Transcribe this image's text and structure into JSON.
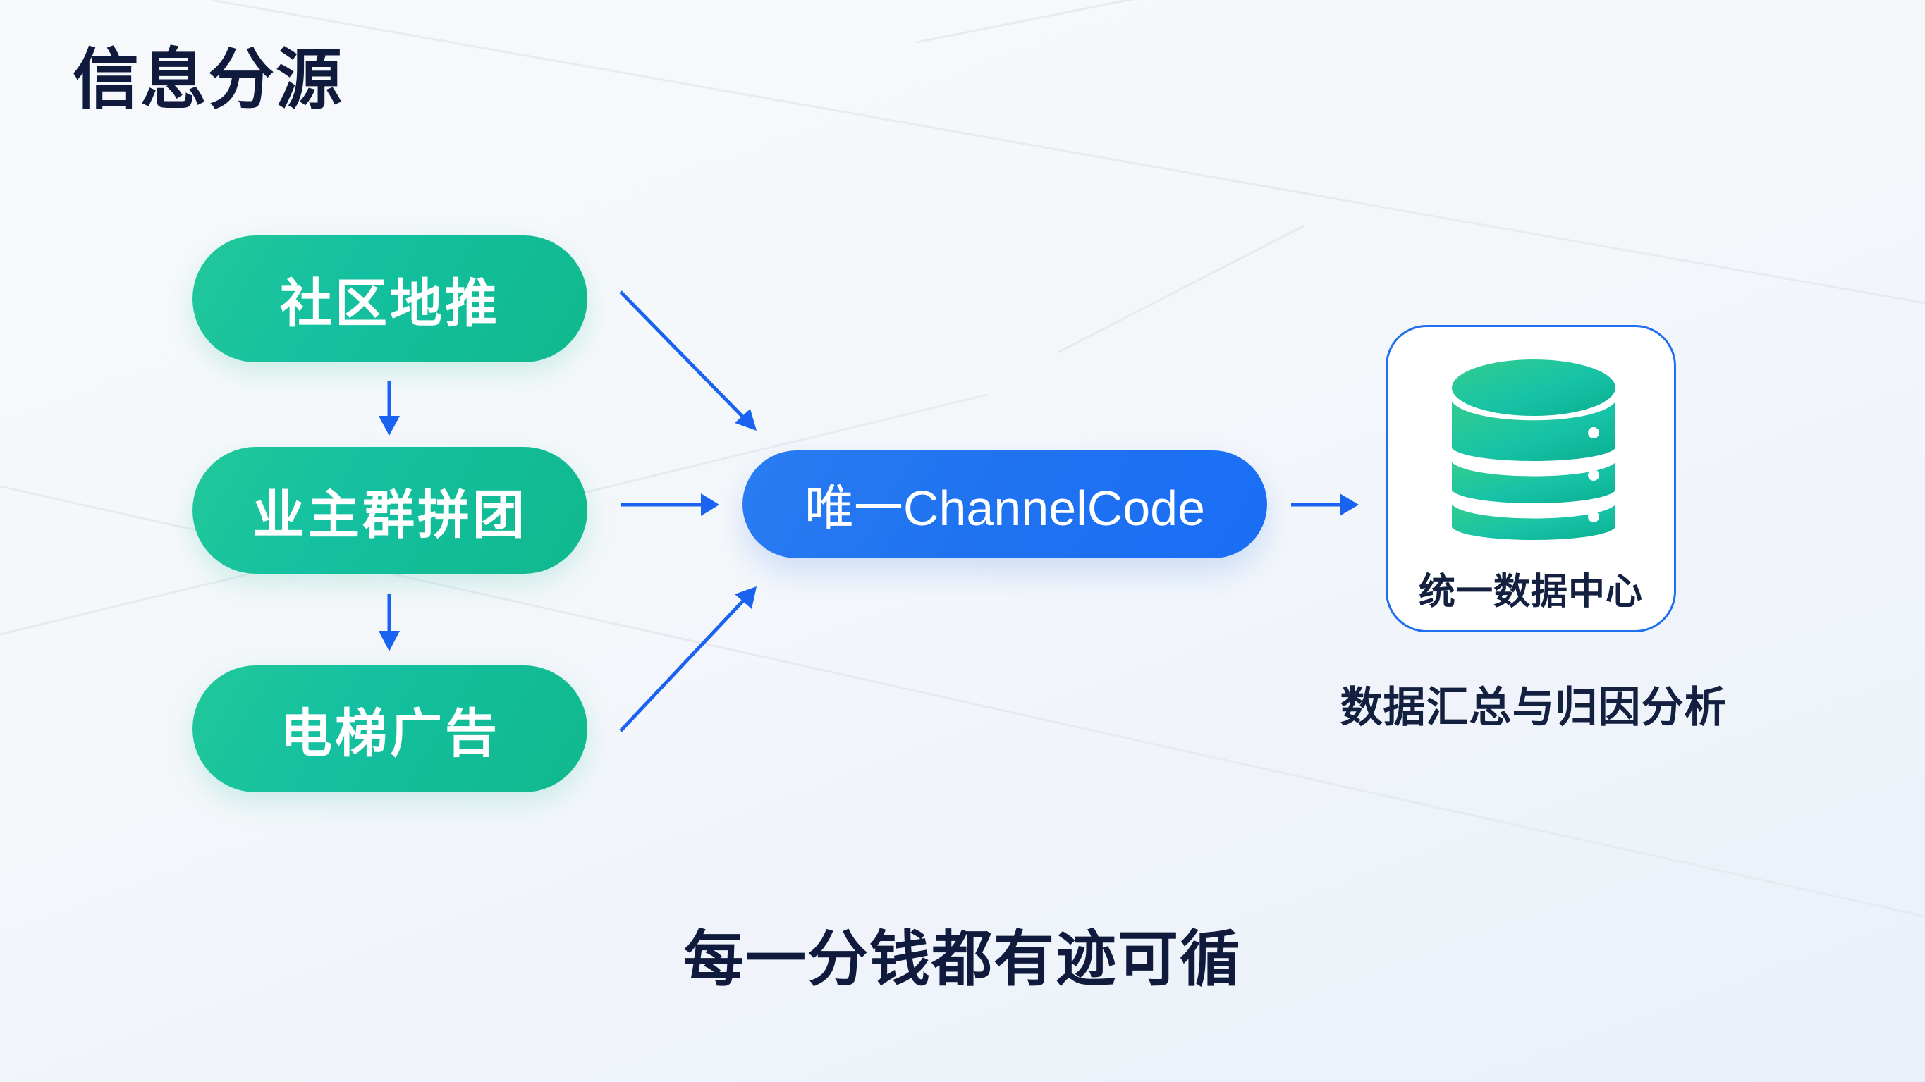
{
  "title": "信息分源",
  "sources": [
    {
      "label": "社区地推"
    },
    {
      "label": "业主群拼团"
    },
    {
      "label": "电梯广告"
    }
  ],
  "hub": {
    "label": "唯一ChannelCode"
  },
  "data_center": {
    "icon": "database-icon",
    "label": "统一数据中心",
    "caption": "数据汇总与归因分析"
  },
  "tagline": "每一分钱都有迹可循",
  "colors": {
    "source_green": "#14c0a0",
    "hub_blue": "#1f72f0",
    "arrow_blue": "#1a62f0",
    "text_dark": "#0f1a3d"
  }
}
